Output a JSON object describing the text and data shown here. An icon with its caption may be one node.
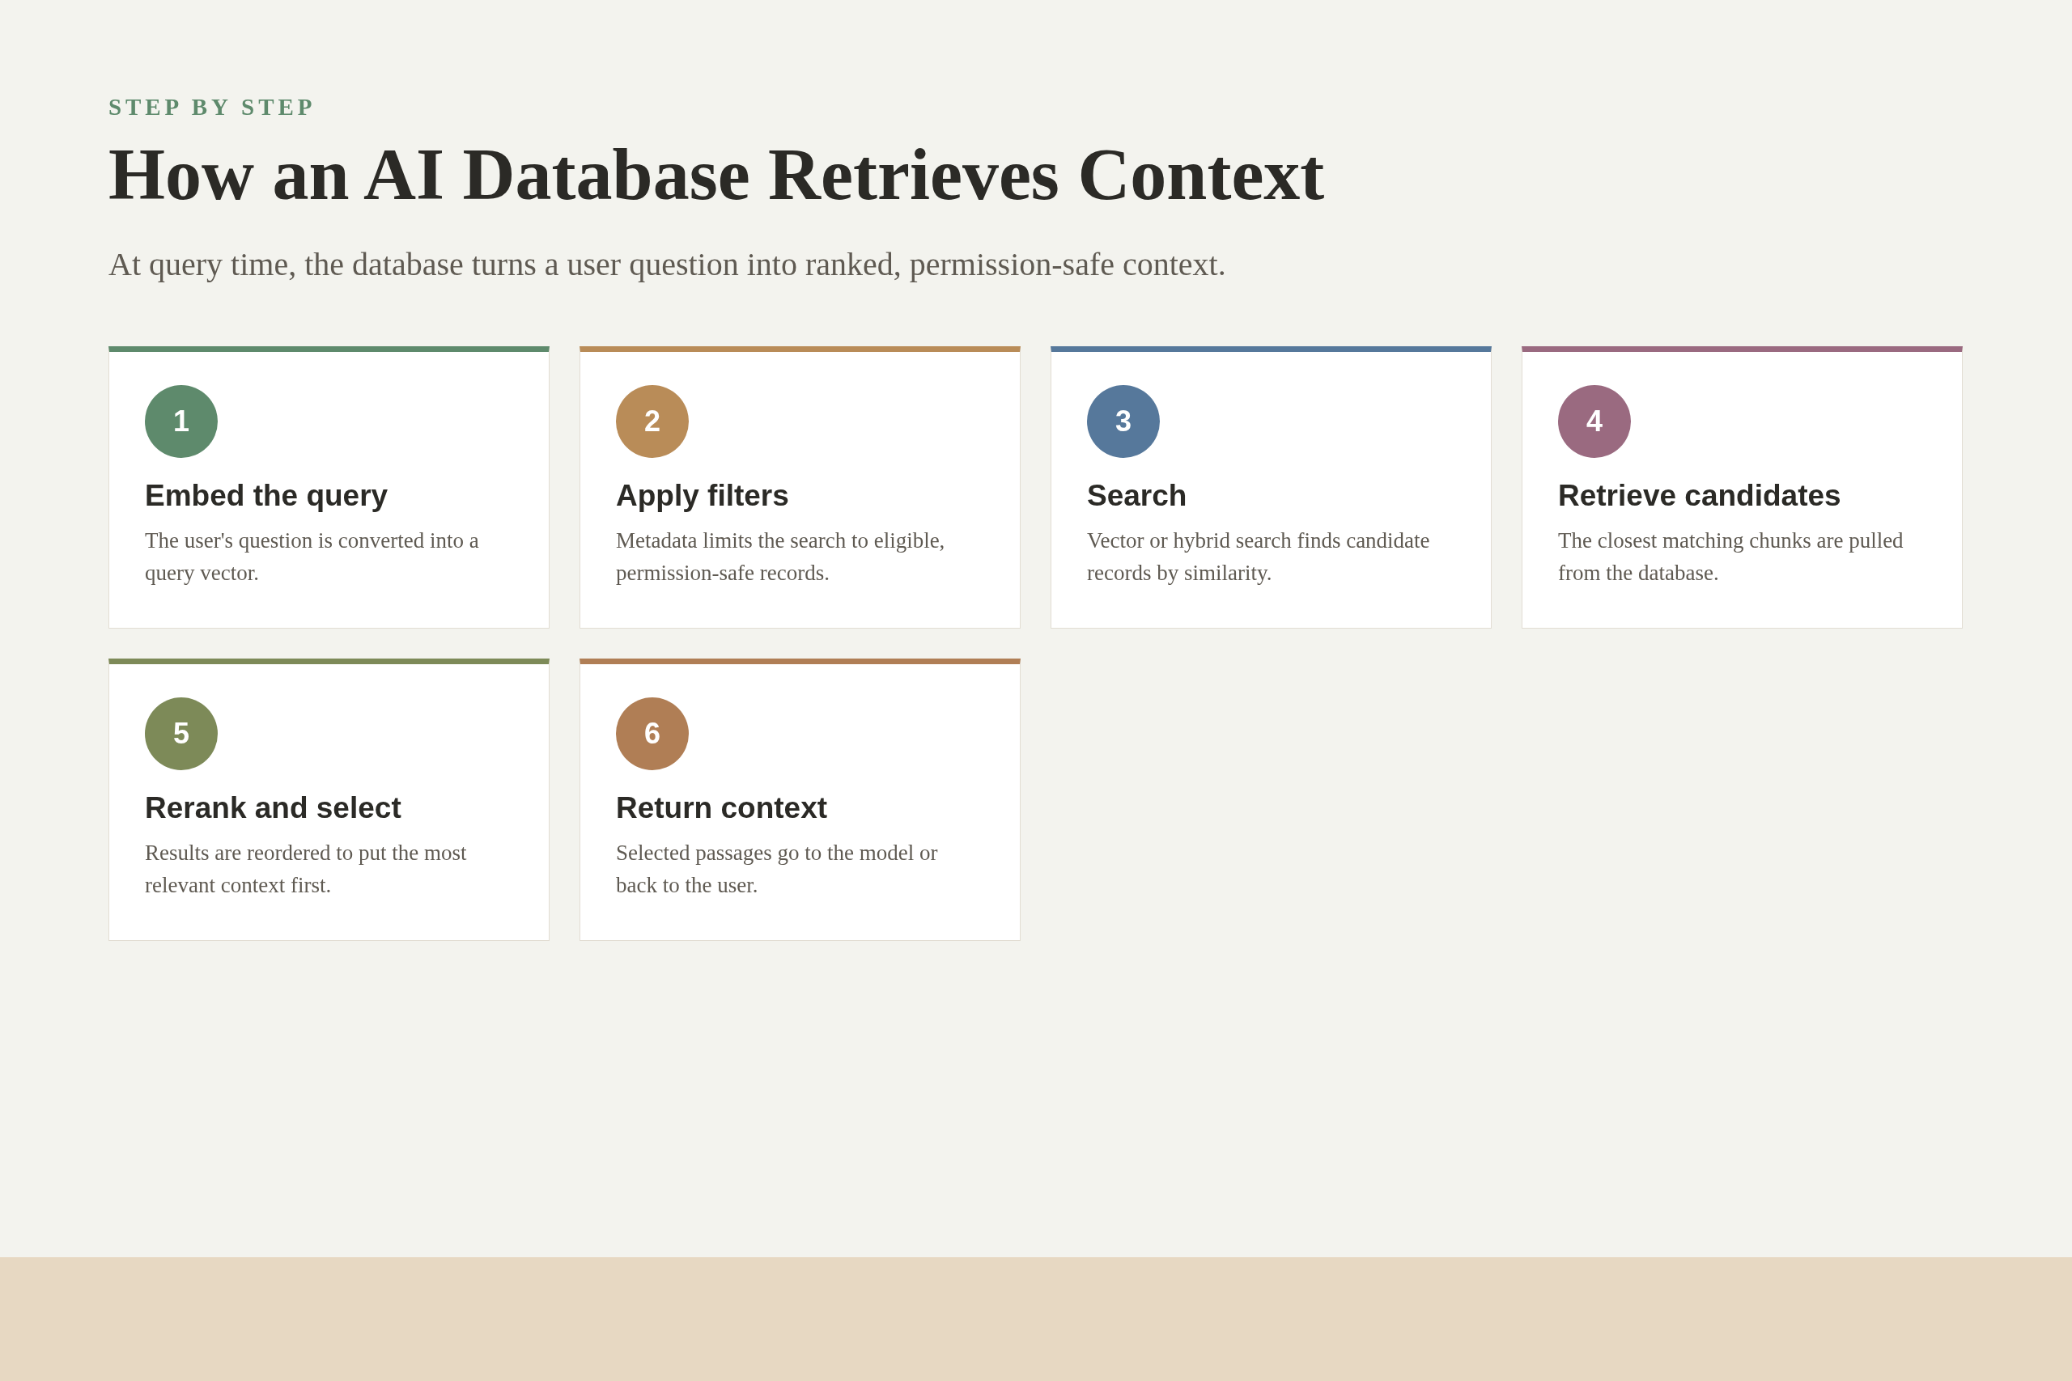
{
  "diagram": {
    "title": "How an AI Database Retrieves Context",
    "caption": "At query time, the database turns a user question into ranked, permission-safe context.",
    "labels": [
      "STEP BY STEP"
    ],
    "nodes": [
      {
        "text": [
          "Embed the query",
          "The user's question is converted into a query vector."
        ]
      },
      {
        "text": [
          "1"
        ],
        "in": 0
      },
      {
        "text": [
          "Apply filters",
          "Metadata limits the search to eligible, permission-safe records."
        ]
      },
      {
        "text": [
          "2"
        ],
        "in": 2
      },
      {
        "text": [
          "Search",
          "Vector or hybrid search finds candidate records by similarity."
        ]
      },
      {
        "text": [
          "3"
        ],
        "in": 4
      },
      {
        "text": [
          "Retrieve candidates",
          "The closest matching chunks are pulled from the database."
        ]
      },
      {
        "text": [
          "4"
        ],
        "in": 6
      },
      {
        "text": [
          "Rerank and select",
          "Results are reordered to put the most relevant context first."
        ]
      },
      {
        "text": [
          "5"
        ],
        "in": 8
      },
      {
        "text": [
          "Return context",
          "Selected passages go to the model or back to the user."
        ]
      },
      {
        "text": [
          "6"
        ],
        "in": 10
      }
    ]
  }
}
